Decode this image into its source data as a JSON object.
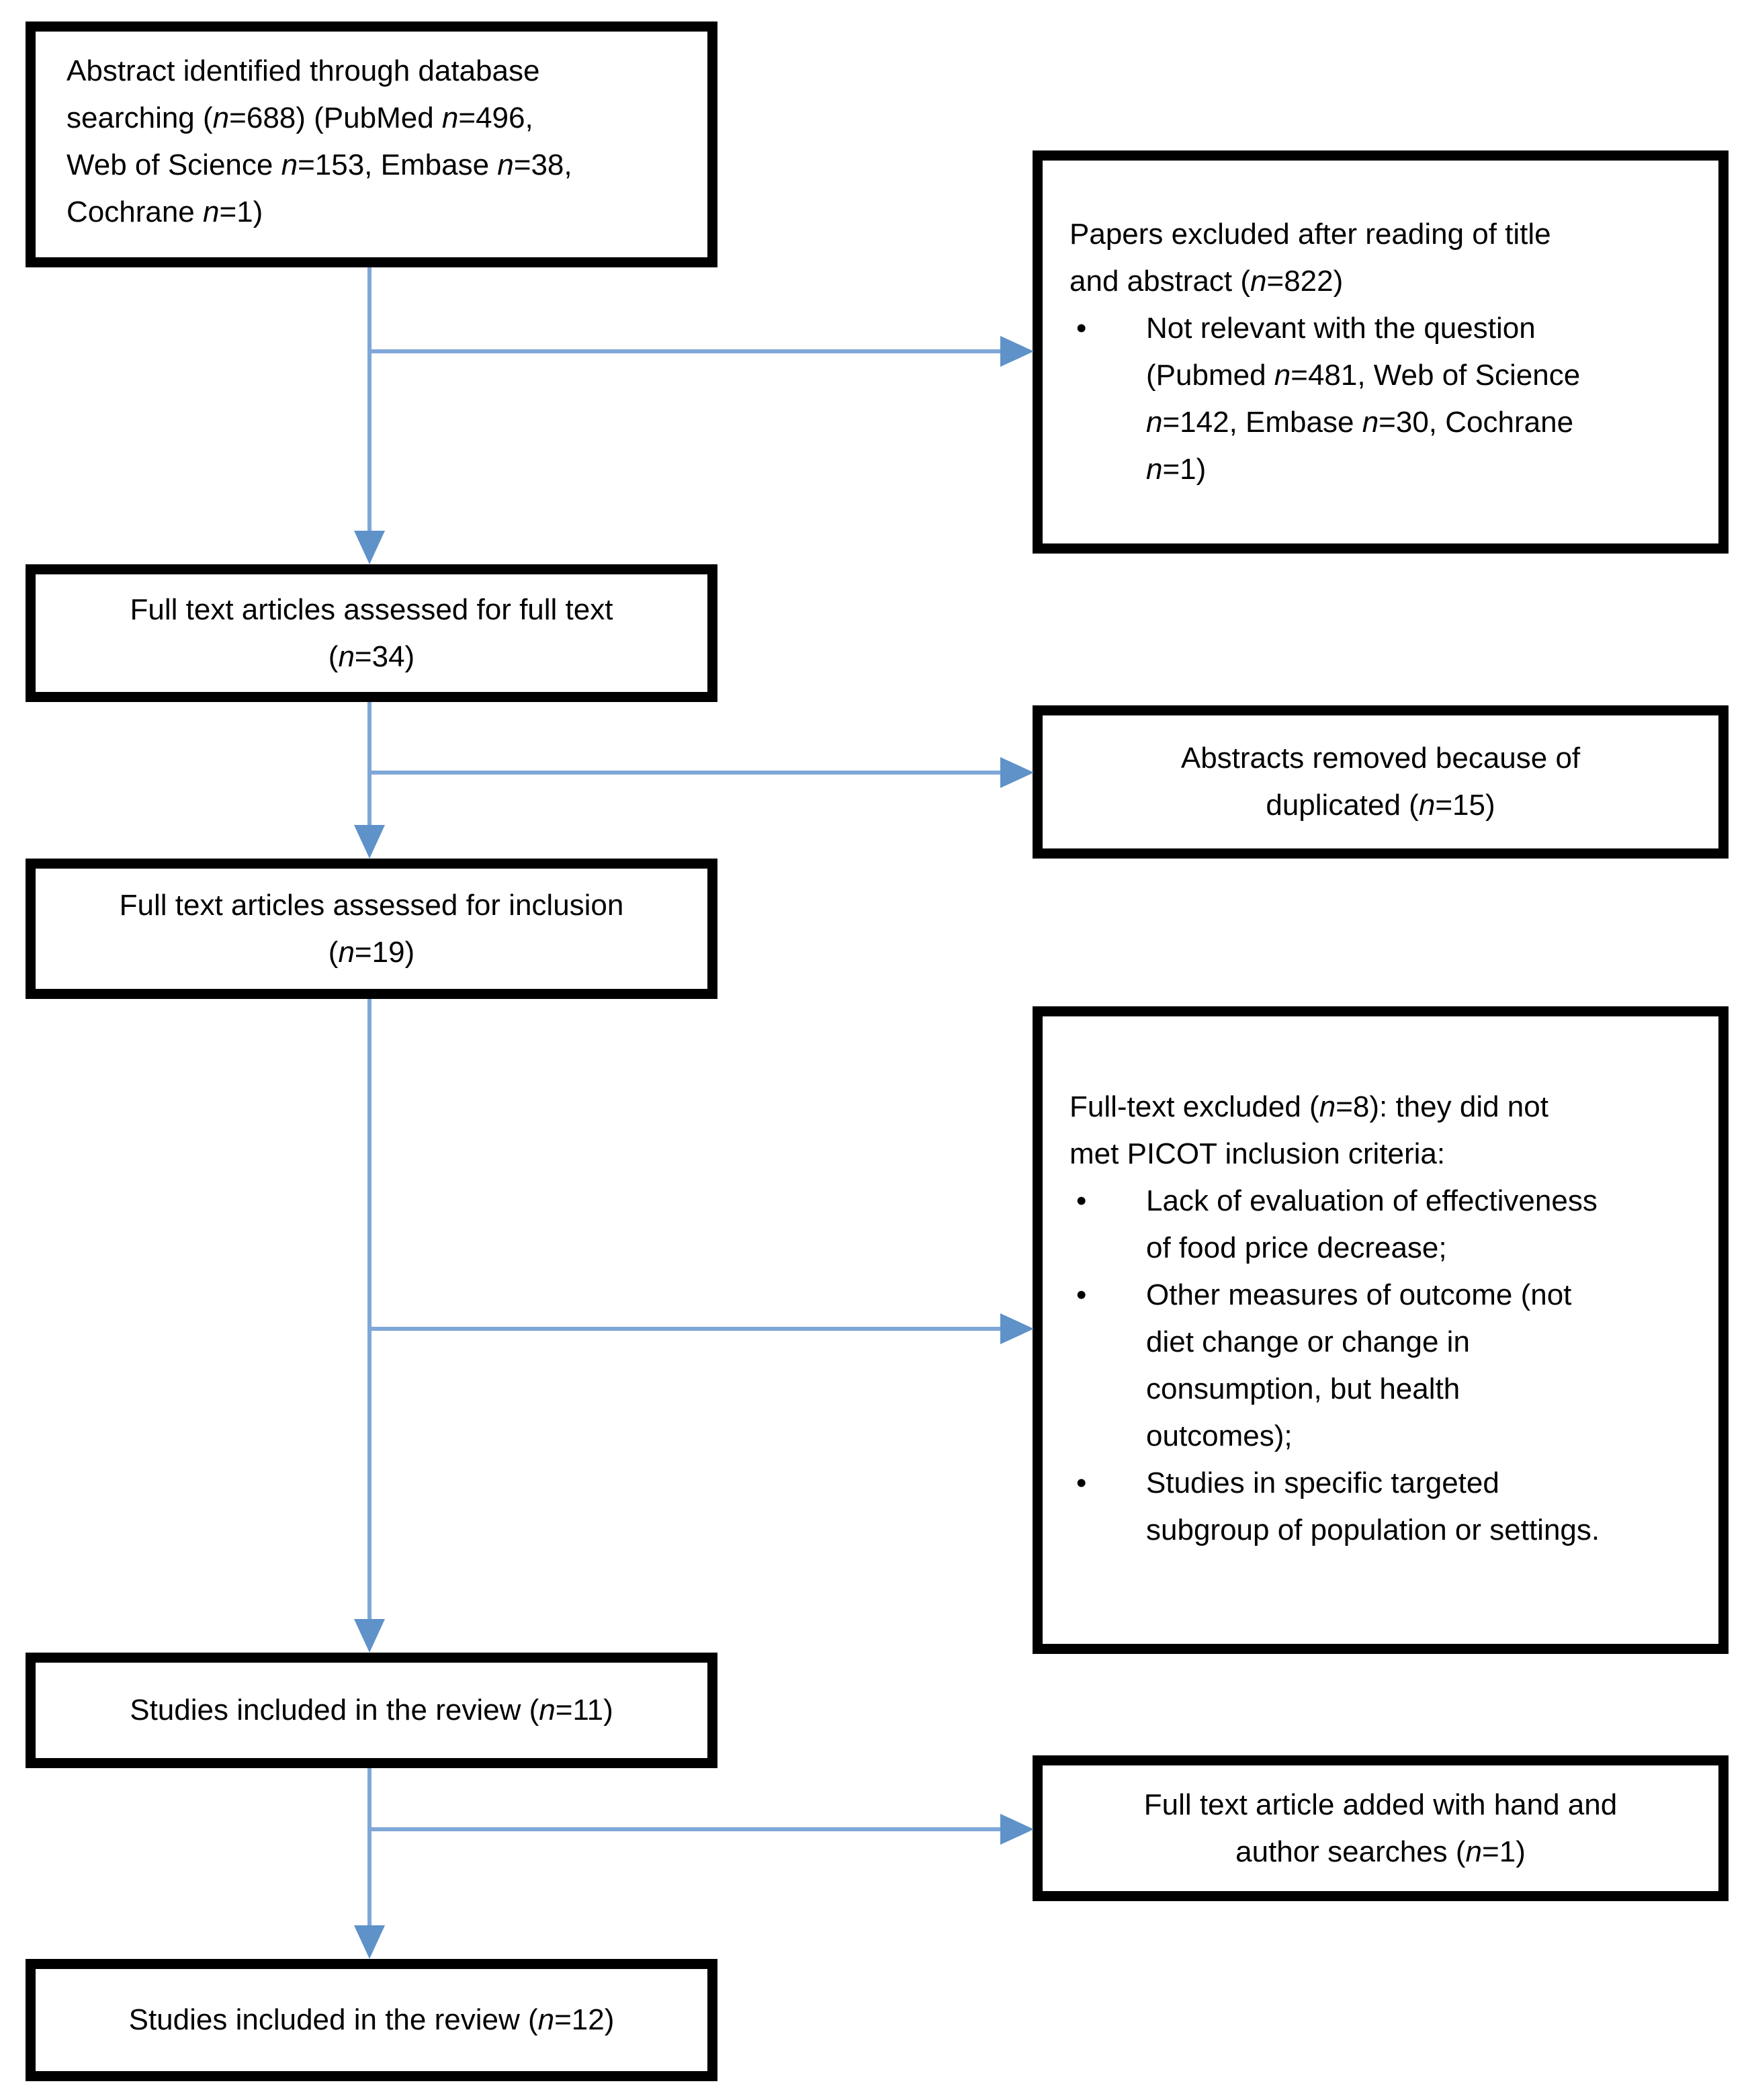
{
  "colors": {
    "connector_line": "#7fa7d8",
    "arrow_head": "#5e92c9",
    "box_border": "#000000",
    "text": "#000000",
    "background": "#ffffff"
  },
  "bullet_char": "•",
  "flowchart": {
    "left_column": [
      {
        "id": "abstracts-identified",
        "lines": [
          "Abstract identified through database",
          "searching (*n*=688) (PubMed *n*=496,",
          "Web of Science *n*=153, Embase *n*=38,",
          "Cochrane *n*=1)"
        ]
      },
      {
        "id": "fulltext-assessed-fulltext",
        "lines": [
          "Full text articles assessed for full text",
          "(*n*=34)"
        ]
      },
      {
        "id": "fulltext-assessed-inclusion",
        "lines": [
          "Full text articles assessed for inclusion",
          "(*n*=19)"
        ]
      },
      {
        "id": "studies-included-11",
        "lines": [
          "Studies included in the review (*n*=11)"
        ]
      },
      {
        "id": "studies-included-12",
        "lines": [
          "Studies included in the review (*n*=12)"
        ]
      }
    ],
    "right_column": [
      {
        "id": "papers-excluded-title-abstract",
        "title_lines": [
          "Papers excluded after reading of title",
          "and abstract (*n*=822)"
        ],
        "bullets": [
          [
            "Not relevant with the question",
            "(Pubmed *n*=481, Web of Science",
            "*n*=142, Embase *n*=30, Cochrane",
            "*n*=1)"
          ]
        ]
      },
      {
        "id": "abstracts-removed-duplicated",
        "lines": [
          "Abstracts removed because of",
          "duplicated (*n*=15)"
        ]
      },
      {
        "id": "fulltext-excluded-picot",
        "title_lines": [
          "Full-text excluded (*n*=8): they did not",
          "met PICOT inclusion criteria:"
        ],
        "bullets": [
          [
            "Lack of evaluation of effectiveness",
            "of food price decrease;"
          ],
          [
            "Other measures of outcome (not",
            "diet change or change in",
            "consumption, but health",
            "outcomes);"
          ],
          [
            "Studies in specific targeted",
            "subgroup of population or settings."
          ]
        ]
      },
      {
        "id": "fulltext-added-hand-author",
        "lines": [
          "Full text article added  with hand and",
          "author searches (*n*=1)"
        ]
      }
    ]
  }
}
